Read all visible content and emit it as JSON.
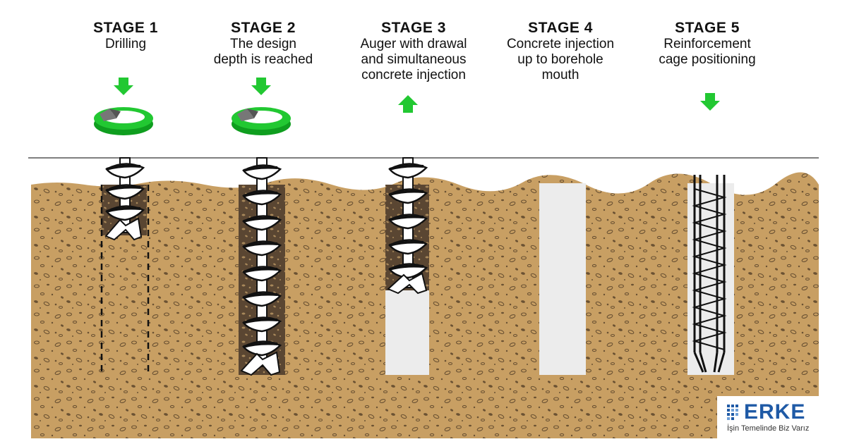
{
  "stages": [
    {
      "title": "STAGE 1",
      "desc": [
        "Drilling"
      ]
    },
    {
      "title": "STAGE 2",
      "desc": [
        "The design",
        "depth is reached"
      ]
    },
    {
      "title": "STAGE 3",
      "desc": [
        "Auger with drawal",
        "and simultaneous",
        "concrete injection"
      ]
    },
    {
      "title": "STAGE 4",
      "desc": [
        "Concrete injection",
        "up to borehole",
        "mouth"
      ]
    },
    {
      "title": "STAGE 5",
      "desc": [
        "Reinforcement",
        "cage positioning"
      ]
    }
  ],
  "logo": {
    "name": "ERKE",
    "tagline": "İşin Temelinde Biz Varız"
  },
  "colors": {
    "soil": "#c89f63",
    "soil_dark": "#7a6040",
    "spoil": "#5a4632",
    "concrete": "#ececec",
    "arrow": "#22c832",
    "arrow_dark": "#0f9e1f",
    "ground_line": "#555555",
    "brand": "#1f5aa6"
  },
  "icons": [
    "rotation-arrow-icon",
    "down-arrow-icon",
    "up-arrow-icon",
    "auger-icon",
    "rebar-cage-icon",
    "erke-logo-icon"
  ]
}
